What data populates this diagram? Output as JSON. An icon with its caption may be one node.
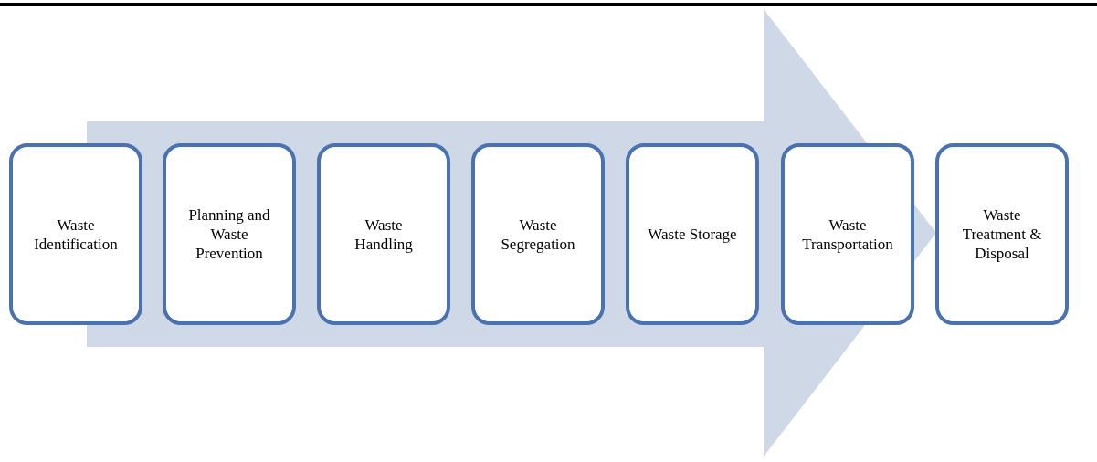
{
  "diagram": {
    "nodes": [
      {
        "text": [
          "Waste Identification"
        ]
      },
      {
        "text": [
          "Planning and Waste Prevention"
        ]
      },
      {
        "text": [
          "Waste Handling"
        ]
      },
      {
        "text": [
          "Waste Segregation"
        ]
      },
      {
        "text": [
          "Waste Storage"
        ]
      },
      {
        "text": [
          "Waste Transportation"
        ]
      },
      {
        "text": [
          "Waste Treatment & Disposal"
        ]
      }
    ],
    "edges": [
      {
        "from": 0,
        "to": 6,
        "arrow": "to"
      }
    ]
  }
}
